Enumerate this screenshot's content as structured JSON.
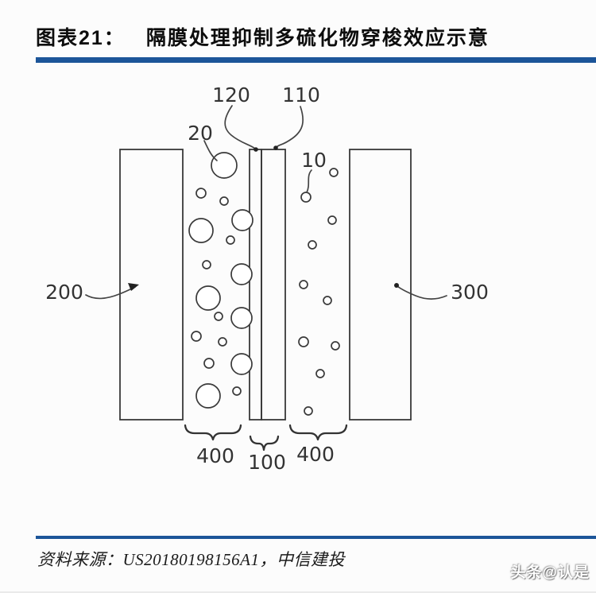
{
  "header": {
    "label": "图表21：",
    "title": "隔膜处理抑制多硫化物穿梭效应示意"
  },
  "figure": {
    "labels": {
      "coating": "120",
      "separator_base": "110",
      "polysulfide": "20",
      "lithium_ion": "10",
      "left_electrode": "200",
      "right_electrode": "300",
      "left_electrolyte": "400",
      "separator_region": "100",
      "right_electrolyte": "400"
    },
    "particles": {
      "large_left": [
        [
          282,
          208,
          16
        ],
        [
          253,
          290,
          15
        ],
        [
          305,
          277,
          13
        ],
        [
          304,
          345,
          13
        ],
        [
          262,
          375,
          15
        ],
        [
          304,
          400,
          13
        ],
        [
          304,
          458,
          13
        ],
        [
          262,
          498,
          15
        ]
      ],
      "small_left": [
        [
          253,
          243,
          6
        ],
        [
          282,
          253,
          5
        ],
        [
          290,
          302,
          5
        ],
        [
          260,
          333,
          5
        ],
        [
          275,
          398,
          5
        ],
        [
          247,
          423,
          6
        ],
        [
          280,
          430,
          5
        ],
        [
          263,
          457,
          6
        ],
        [
          298,
          492,
          5
        ]
      ],
      "small_right": [
        [
          385,
          248,
          6
        ],
        [
          420,
          217,
          5
        ],
        [
          418,
          277,
          5
        ],
        [
          393,
          308,
          5
        ],
        [
          382,
          358,
          5
        ],
        [
          412,
          378,
          5
        ],
        [
          382,
          430,
          6
        ],
        [
          422,
          435,
          5
        ],
        [
          403,
          470,
          5
        ],
        [
          388,
          517,
          5
        ]
      ]
    }
  },
  "footer": {
    "source_label": "资料来源：",
    "source_value": "US20180198156A1，中信建投",
    "watermark": "头条@认是"
  },
  "colors": {
    "accent_blue": "#1c5599",
    "ink": "#333333"
  }
}
